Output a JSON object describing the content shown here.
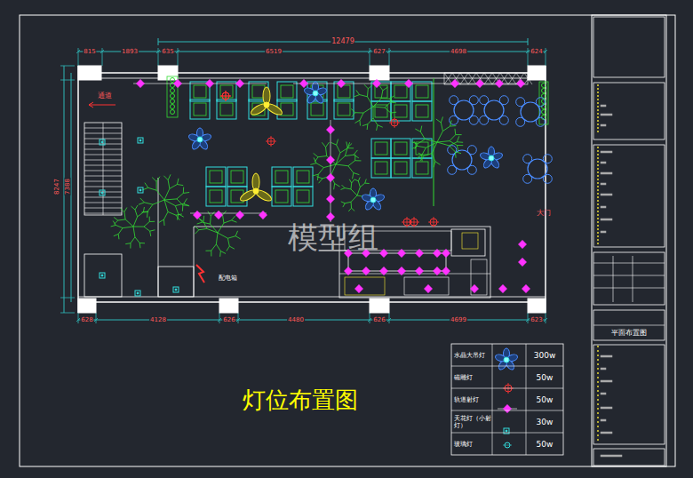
{
  "diagram": {
    "title": "灯位布置图",
    "nodes": [
      {
        "text": [
          "平面布置图"
        ]
      }
    ],
    "labels": [
      "12479",
      "815",
      "1893",
      "635",
      "6519",
      "627",
      "4698",
      "624",
      "628",
      "4128",
      "626",
      "4480",
      "626",
      "4699",
      "623",
      "8247",
      "7388",
      "通道",
      "大门",
      "配电箱",
      "300w",
      "50w",
      "50w",
      "30w",
      "50w",
      "模型组"
    ],
    "legend": [
      {
        "text": "水晶大吊灯"
      },
      {
        "text": "磁雕灯"
      },
      {
        "text": "轨道射灯"
      },
      {
        "text": "天花灯（小射灯）"
      },
      {
        "text": "玻璃灯"
      }
    ]
  }
}
